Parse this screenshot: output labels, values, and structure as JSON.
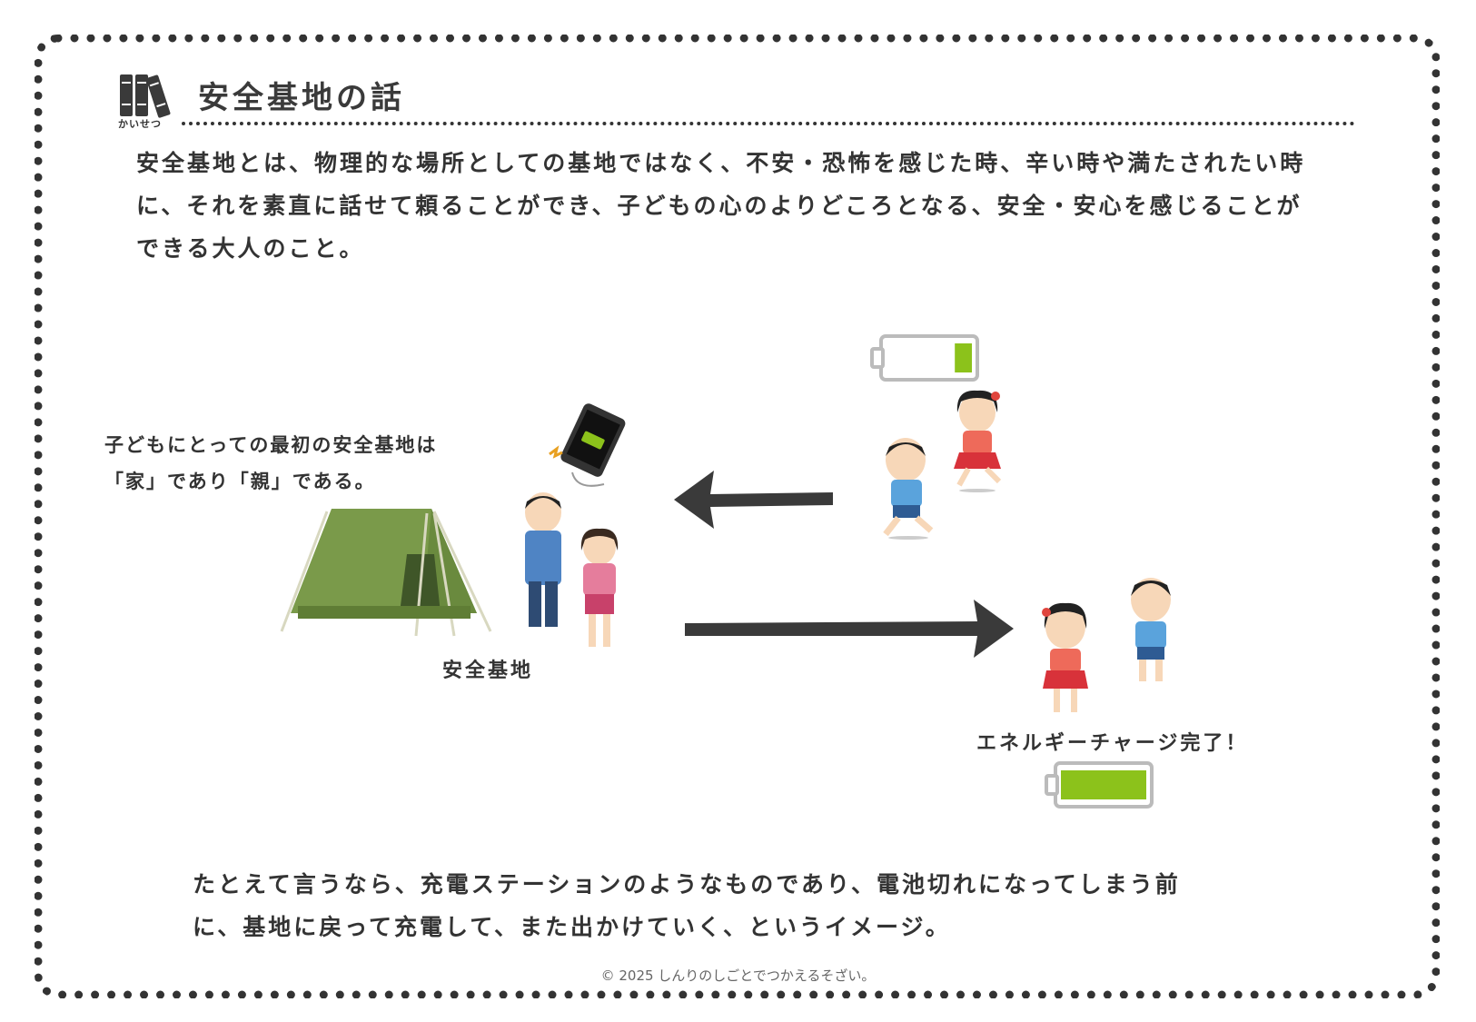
{
  "header": {
    "title": "安全基地の話",
    "icon": "books-icon",
    "icon_caption": "かいせつ"
  },
  "definition": {
    "line1": "安全基地とは、物理的な場所としての基地ではなく、不安・恐怖を感じた時、辛い時や満たされたい時",
    "line2": "に、それを素直に話せて頼ることができ、子どもの心のよりどころとなる、安全・安心を感じることが",
    "line3": "できる大人のこと。"
  },
  "illustration": {
    "caption_line1": "子どもにとっての最初の安全基地は",
    "caption_line2": "「家」であり「親」である。",
    "base_label": "安全基地",
    "charged_label": "エネルギーチャージ完了！",
    "battery_low_level": 0.2,
    "battery_full_level": 1.0,
    "colors": {
      "tent": "#7a9a4a",
      "battery_fill": "#8cc21b",
      "arrow": "#3a3a3a"
    }
  },
  "analogy": {
    "line1": "たとえて言うなら、充電ステーションのようなものであり、電池切れになってしまう前",
    "line2": "に、基地に戻って充電して、また出かけていく、というイメージ。"
  },
  "footer": {
    "copyright": "© 2025 しんりのしごとでつかえるそざい。"
  }
}
